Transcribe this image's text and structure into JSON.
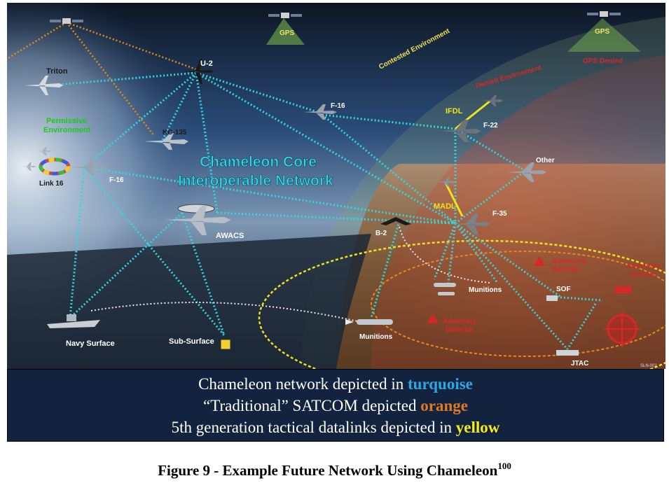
{
  "diagram": {
    "labels": {
      "triton": "Triton",
      "u2": "U-2",
      "gps_left": "GPS",
      "gps_right": "GPS",
      "gps_denied": "GPS Denied",
      "contested": "Contested Environment",
      "denied": "Denied Environment",
      "permissive_line1": "Permissive",
      "permissive_line2": "Environment",
      "kc135": "KC-135",
      "f16_top": "F-16",
      "ifdl": "IFDL",
      "f22": "F-22",
      "core_line1": "Chameleon Core",
      "core_line2": "Interoperable Network",
      "link16": "Link 16",
      "f16_left": "F-16",
      "other": "Other",
      "madl": "MADL",
      "f35": "F-35",
      "b2": "B-2",
      "awacs": "AWACS",
      "adversary_detector_right_1": "Adversary",
      "adversary_detector_right_2": "Detector",
      "adversary_jammer_1": "Adversary",
      "adversary_jammer_2": "Jammer",
      "munitions_right": "Munitions",
      "sof": "SOF",
      "adversary_detector_center_1": "Adversary",
      "adversary_detector_center_2": "Detector",
      "navy_surface": "Navy Surface",
      "sub_surface": "Sub-Surface",
      "munitions_center": "Munitions",
      "jtac": "JTAC",
      "sln": "SLN-002"
    },
    "colors": {
      "chameleon": "#34d6e0",
      "satcom": "#e8891c",
      "tactical": "#f2e21a",
      "permissive": "#1ec81e"
    }
  },
  "caption": {
    "line1_pre": "Chameleon network depicted in ",
    "line1_hl": "turquoise",
    "line1_color": "#2aa8e6",
    "line2_pre": "“Traditional” SATCOM depicted ",
    "line2_hl": "orange",
    "line2_color": "#e07a1e",
    "line3_pre": "5th generation tactical datalinks depicted in ",
    "line3_hl": "yellow",
    "line3_color": "#f4ec1c"
  },
  "figure": {
    "title": "Figure 9 - Example Future Network Using Chameleon",
    "sup": "100"
  }
}
